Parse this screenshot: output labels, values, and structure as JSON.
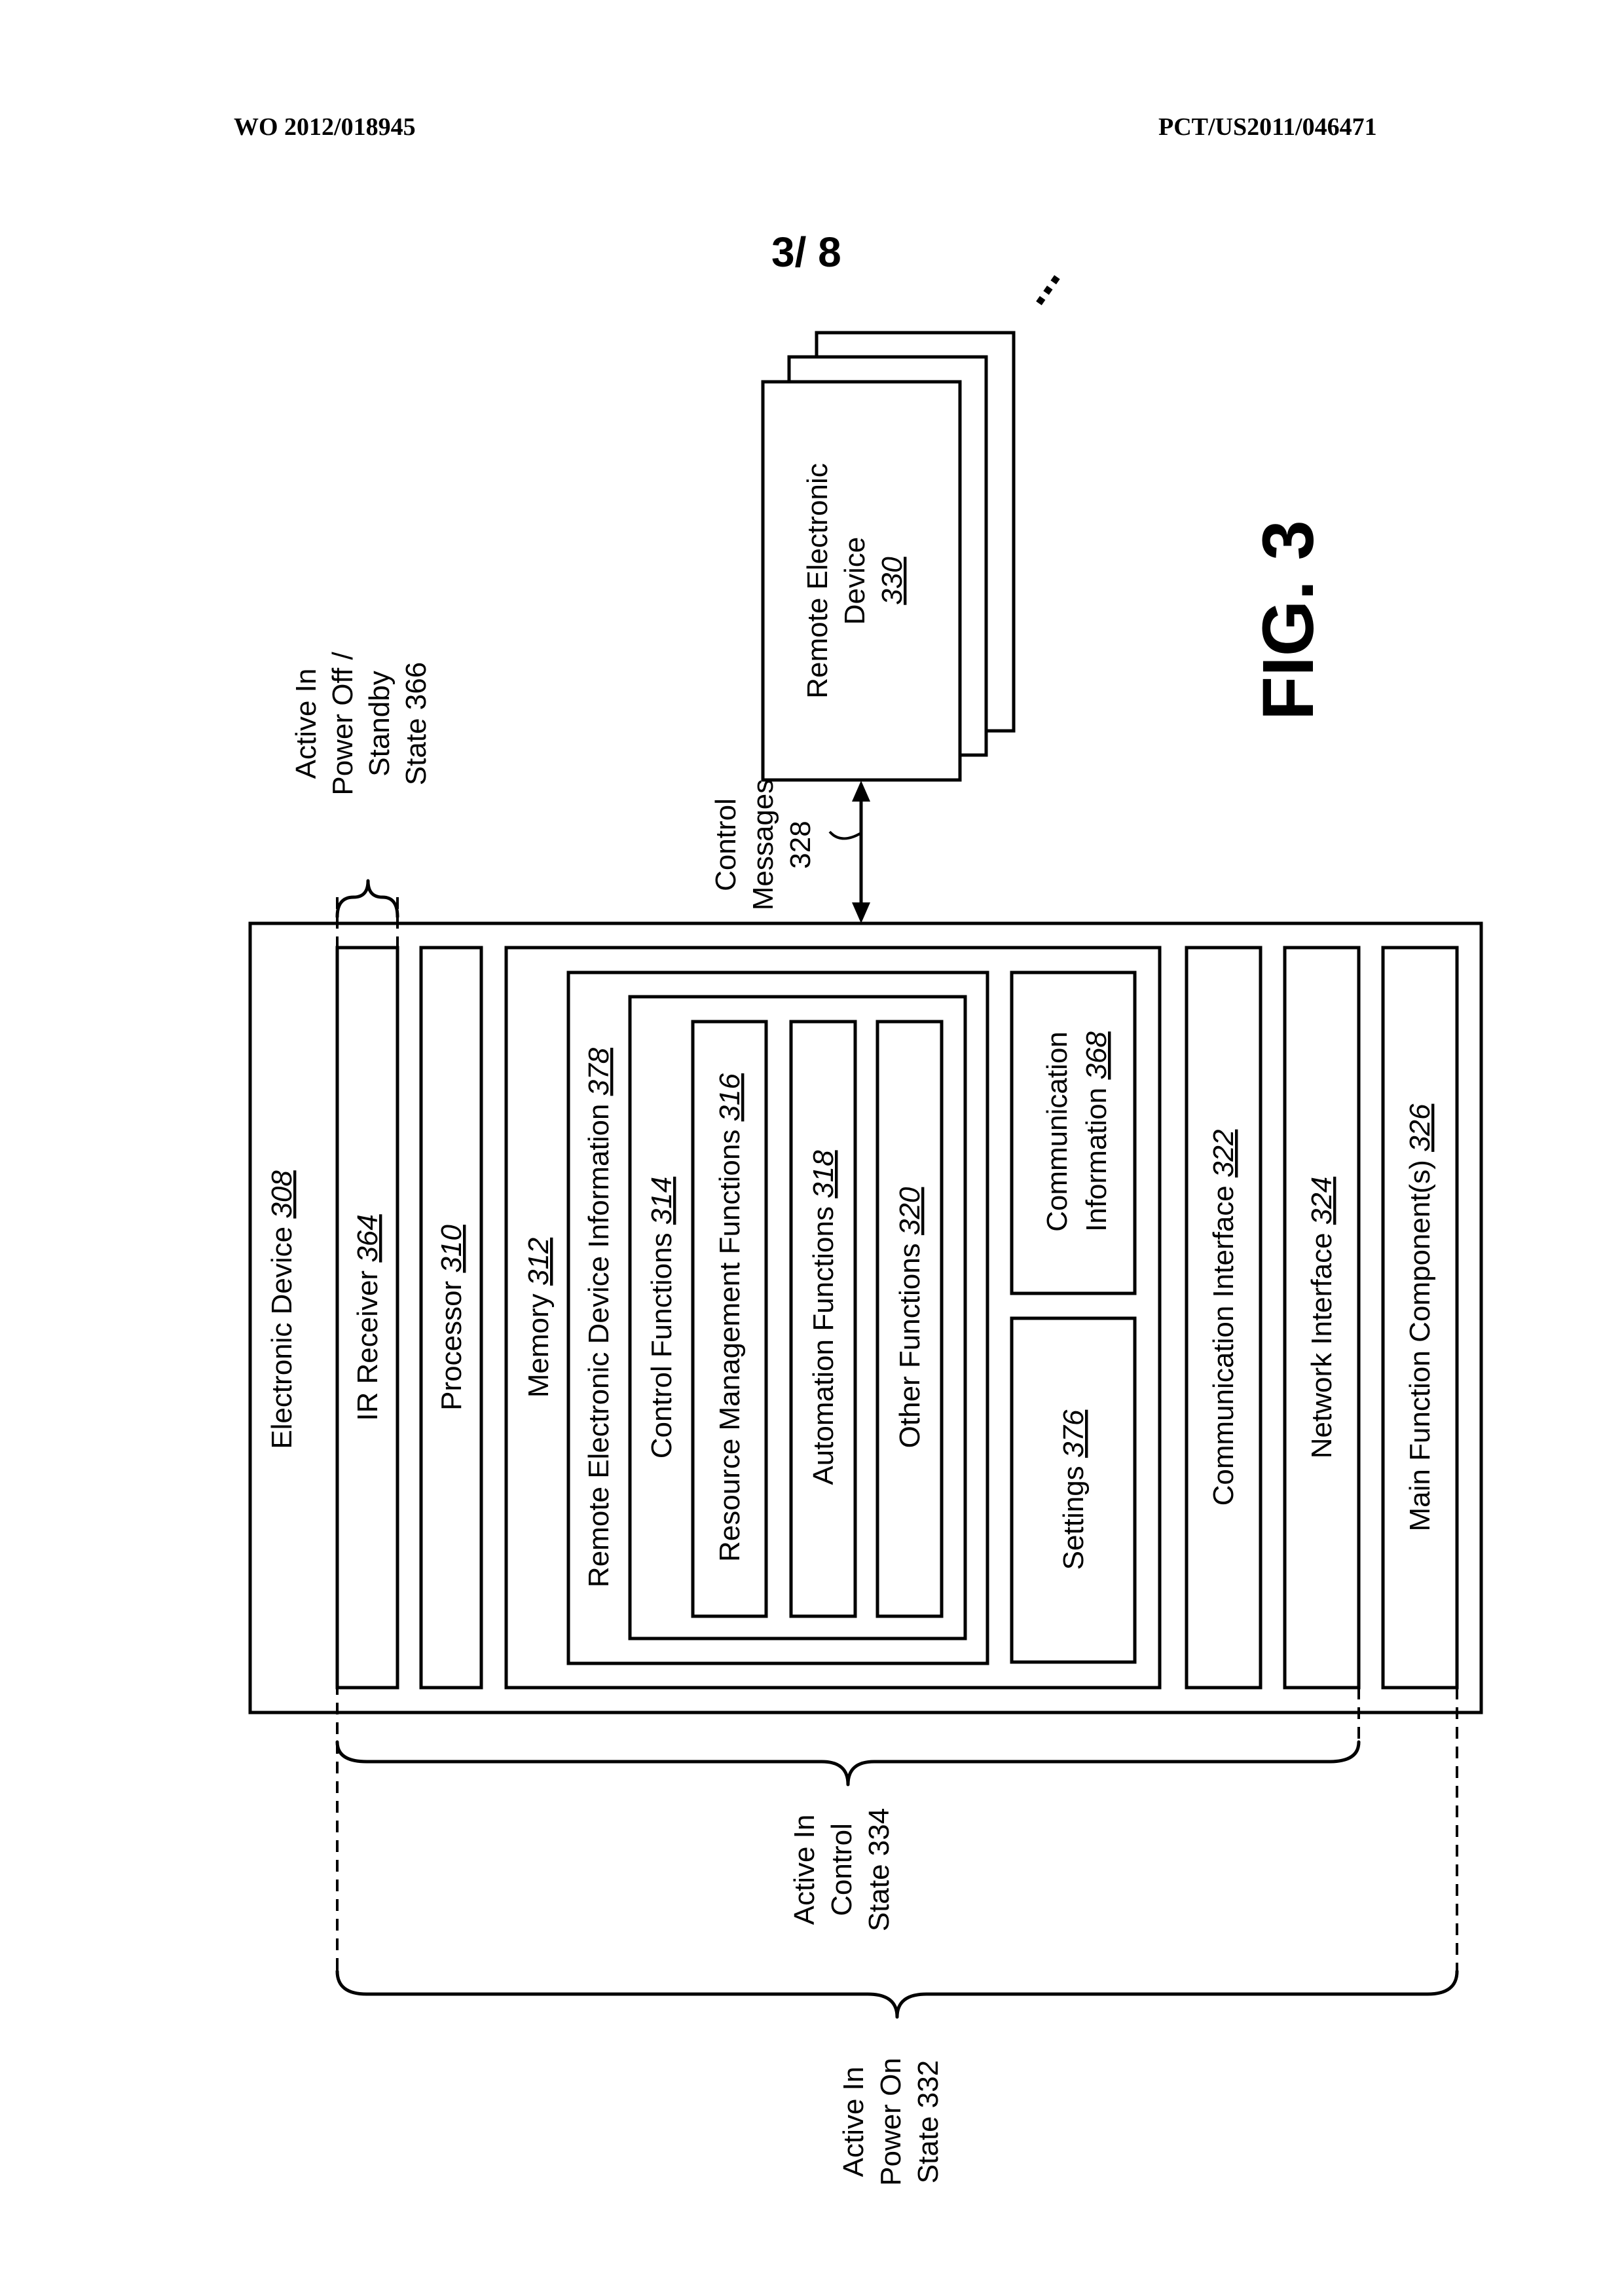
{
  "header": {
    "left": "WO 2012/018945",
    "right": "PCT/US2011/046471",
    "sheet": "3/ 8"
  },
  "figure_label": "FIG. 3",
  "remote_device": {
    "label_line1": "Remote Electronic",
    "label_line2": "Device",
    "ref": "330",
    "ellipsis": "..."
  },
  "control_messages": {
    "line1": "Control",
    "line2": "Messages",
    "line3": "328"
  },
  "standby_state": {
    "line1": "Active In",
    "line2": "Power Off /",
    "line3": "Standby",
    "line4": "State 366"
  },
  "control_state": {
    "line1": "Active In",
    "line2": "Control",
    "line3": "State 334"
  },
  "power_on_state": {
    "line1": "Active In",
    "line2": "Power On",
    "line3": "State 332"
  },
  "electronic_device": {
    "label": "Electronic Device ",
    "ref": "308"
  },
  "ir_receiver": {
    "label": "IR Receiver ",
    "ref": "364"
  },
  "processor": {
    "label": "Processor ",
    "ref": "310"
  },
  "memory": {
    "label": "Memory ",
    "ref": "312"
  },
  "remote_info": {
    "label": "Remote Electronic Device Information ",
    "ref": "378"
  },
  "control_functions": {
    "label": "Control Functions ",
    "ref": "314"
  },
  "resource_mgmt": {
    "label": "Resource Management Functions ",
    "ref": "316"
  },
  "automation": {
    "label": "Automation Functions ",
    "ref": "318"
  },
  "other_functions": {
    "label": "Other Functions ",
    "ref": "320"
  },
  "settings": {
    "label": "Settings ",
    "ref": "376"
  },
  "comm_info": {
    "line1": "Communication",
    "line2": "Information ",
    "ref": "368"
  },
  "comm_interface": {
    "label": "Communication Interface ",
    "ref": "322"
  },
  "network_interface": {
    "label": "Network Interface ",
    "ref": "324"
  },
  "main_function": {
    "label": "Main Function Component(s) ",
    "ref": "326"
  }
}
